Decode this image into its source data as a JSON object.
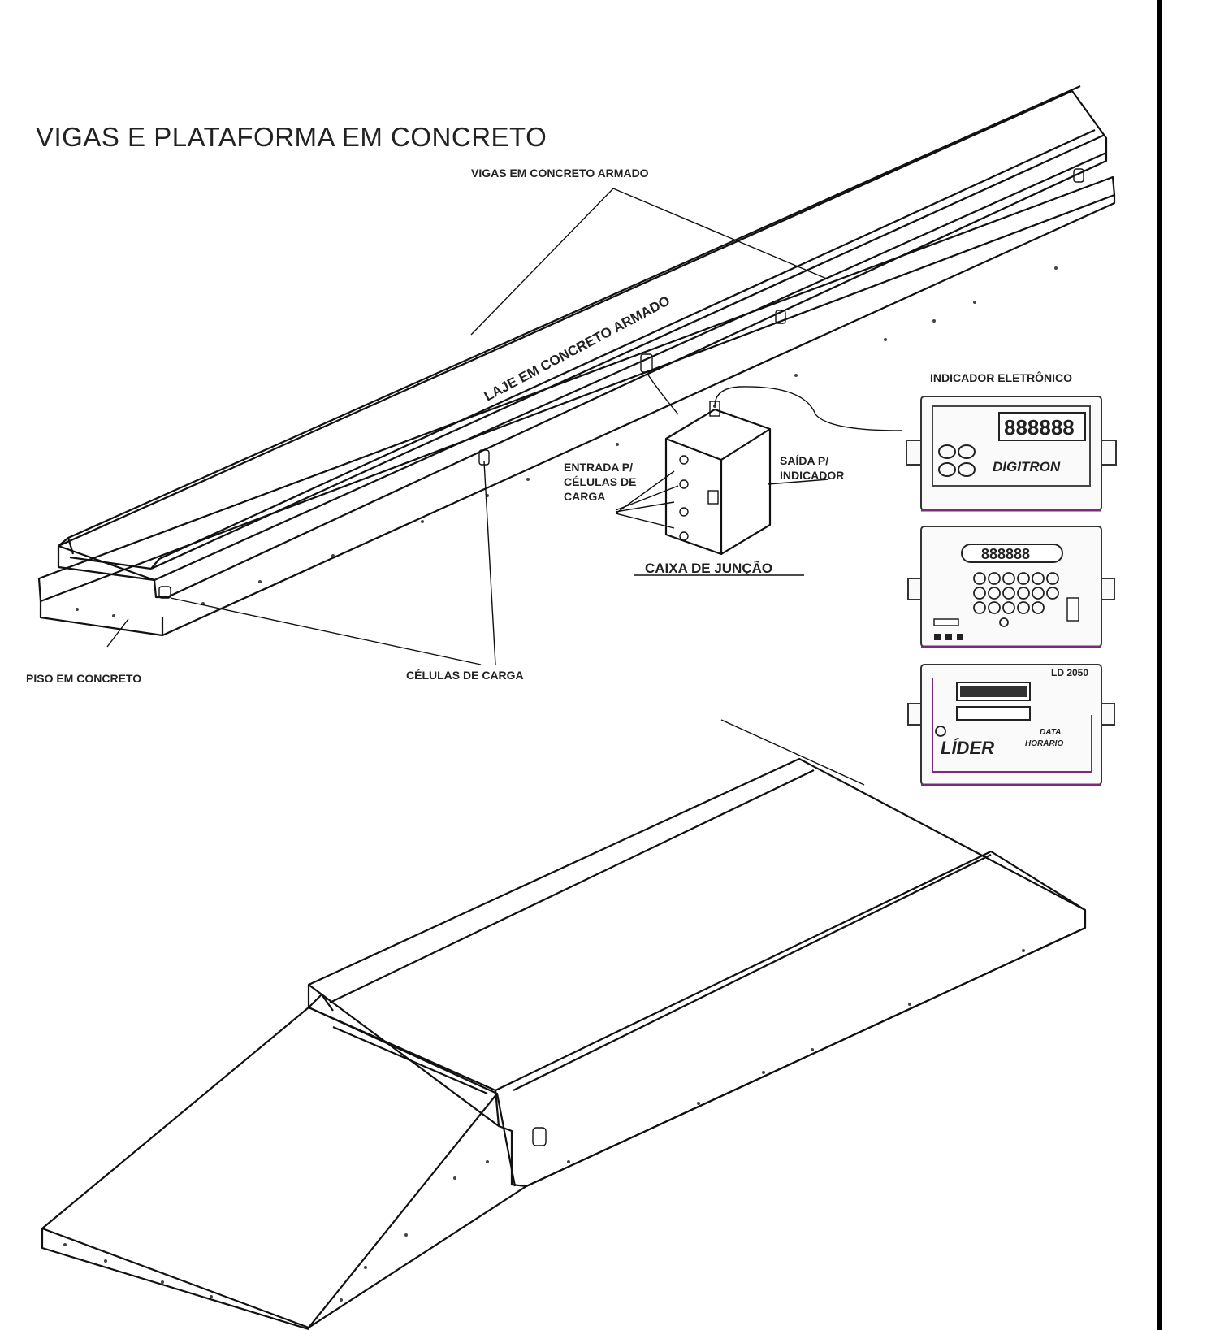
{
  "title": "VIGAS E PLATAFORMA EM CONCRETO",
  "labels": {
    "vigas": "VIGAS EM CONCRETO ARMADO",
    "laje": "LAJE EM CONCRETO ARMADO",
    "piso": "PISO EM CONCRETO",
    "celulas": "CÉLULAS DE CARGA",
    "entrada_1": "ENTRADA P/",
    "entrada_2": "CÉLULAS DE",
    "entrada_3": "CARGA",
    "caixa": "CAIXA DE JUNÇÃO",
    "saida_1": "SAÍDA P/",
    "saida_2": "INDICADOR",
    "indicador": "INDICADOR ELETRÔNICO"
  },
  "devices": {
    "digitron": {
      "display": "888888",
      "brand": "DIGITRON"
    },
    "keypad": {
      "display": "888888"
    },
    "lider": {
      "model": "LD 2050",
      "brand": "LÍDER",
      "tag_1": "DATA",
      "tag_2": "HORÁRIO"
    }
  },
  "colors": {
    "line": "#111111",
    "device_accent": "#7a2a7a"
  }
}
